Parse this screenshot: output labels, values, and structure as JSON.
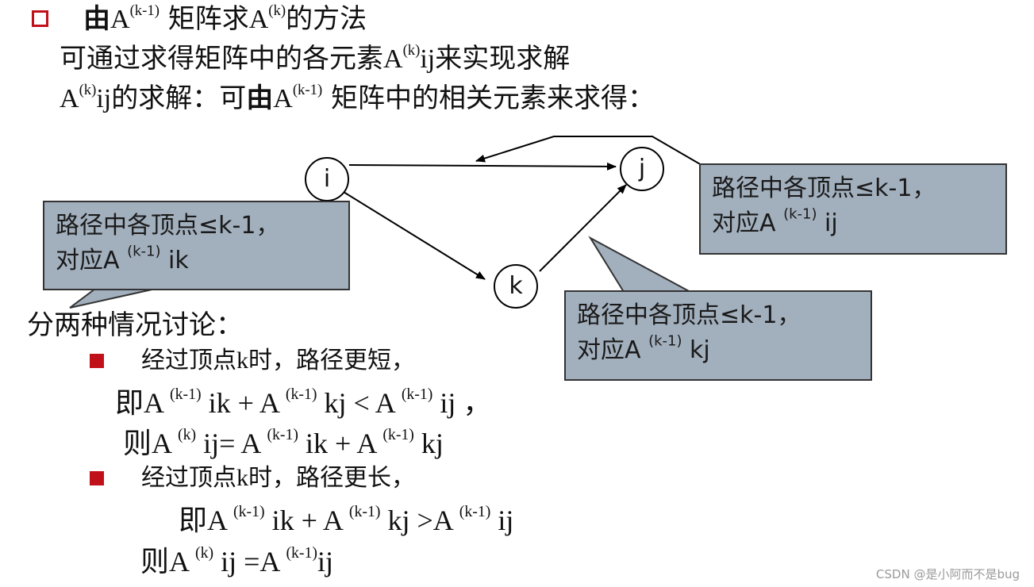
{
  "title": {
    "bold": "由",
    "a1": "A",
    "sup1": "(k-1)",
    "mid": " 矩阵求",
    "a2": "A",
    "sup2": "(k)",
    "end": "的方法"
  },
  "line2": {
    "pre": "可通过求得矩阵中的各元素",
    "a": "A",
    "sup": "(k)",
    "sub": "ij",
    "post": "来实现求解"
  },
  "line3": {
    "a1": "A",
    "sup1": "(k)",
    "ij": "ij",
    "mid": "的求解：可",
    "bold": "由",
    "a2": "A",
    "sup2": "(k-1)",
    "post": " 矩阵中的相关元素来求得："
  },
  "nodes": {
    "i": "i",
    "j": "j",
    "k": "k"
  },
  "callouts": {
    "ik": {
      "line1": "路径中各顶点≤k-1，",
      "pre": "对应A ",
      "sup": "(k-1)",
      "post": " ik"
    },
    "ij": {
      "line1": "路径中各顶点≤k-1，",
      "pre": "对应A ",
      "sup": "(k-1)",
      "post": " ij"
    },
    "kj": {
      "line1": "路径中各顶点≤k-1，",
      "pre": "对应A ",
      "sup": "(k-1)",
      "post": " kj"
    }
  },
  "discussion": "分两种情况讨论：",
  "case1": {
    "heading": {
      "pre": "经过顶点",
      "k": "k",
      "post": "时，路径更短，"
    },
    "f1": {
      "c": "即",
      "a1": "A ",
      "s1": "(k-1)",
      "t1": " ik + A ",
      "s2": "(k-1)",
      "t2": " kj < A ",
      "s3": "(k-1)",
      "t3": " ij ，"
    },
    "f2": {
      "c": "则",
      "a1": "A ",
      "s1": "(k)",
      "t1": " ij= A ",
      "s2": "(k-1)",
      "t2": " ik + A ",
      "s3": "(k-1)",
      "t3": " kj"
    }
  },
  "case2": {
    "heading": {
      "pre": "经过顶点",
      "k": "k",
      "post": "时，路径更长，"
    },
    "f1": {
      "c": "即",
      "a1": "A ",
      "s1": "(k-1)",
      "t1": " ik + A ",
      "s2": "(k-1)",
      "t2": " kj >A ",
      "s3": "(k-1)",
      "t3": " ij"
    },
    "f2": {
      "c": "则",
      "a1": "A ",
      "s1": "(k)",
      "t1": " ij =A ",
      "s2": "(k-1)",
      "t2": "ij"
    }
  },
  "colors": {
    "bullet": "#c0111a",
    "callout_fill": "#a2afbd"
  },
  "watermark": "CSDN @是小阿而不是bug"
}
